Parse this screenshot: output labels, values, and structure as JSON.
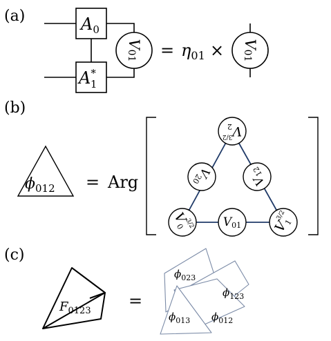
{
  "panels": {
    "a": {
      "label": "(a)",
      "box_top": "A",
      "box_top_sub": "0",
      "box_bottom": "A",
      "box_bottom_sup": "*",
      "box_bottom_sub": "1",
      "circle_left": "V",
      "circle_left_sub": "01",
      "equals": "=",
      "coef": "η",
      "coef_sub": "01",
      "times": "×",
      "circle_right": "V",
      "circle_right_sub": "01"
    },
    "b": {
      "label": "(b)",
      "triangle_label": "ϕ",
      "triangle_sub": "012",
      "equals": "=",
      "arg": "Arg",
      "node_top": "V",
      "node_top_sub": "2",
      "node_top_sup": "3/2",
      "node_left": "V",
      "node_left_sub": "20",
      "node_right": "V",
      "node_right_sub": "12",
      "node_bl": "V",
      "node_bl_sub": "0",
      "node_bl_sup": "3/2",
      "node_bottom": "V",
      "node_bottom_sub": "01",
      "node_br": "V",
      "node_br_sub": "1",
      "node_br_sup": "3/2"
    },
    "c": {
      "label": "(c)",
      "tetra_label": "F",
      "tetra_sub": "0123",
      "equals": "=",
      "face_023": "ϕ",
      "face_023_sub": "023",
      "face_123": "ϕ",
      "face_123_sub": "123",
      "face_013": "ϕ",
      "face_013_sub": "013",
      "face_012": "ϕ",
      "face_012_sub": "012"
    }
  },
  "colors": {
    "ink": "#000000",
    "bond": "#1f3a68",
    "face_stroke": "#7a8aa6"
  }
}
